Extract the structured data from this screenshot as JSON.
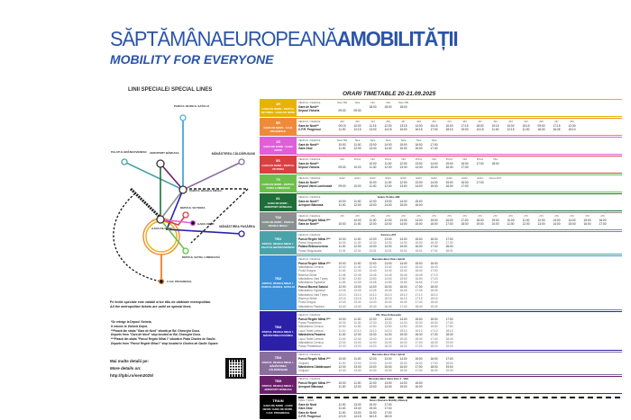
{
  "header": {
    "title_light": "SĂPTĂMÂNAEUROPEANĂ",
    "title_bold": "AMOBILITĂȚII",
    "subtitle": "MOBILITY FOR EVERYONE"
  },
  "left": {
    "title": "LINII SPECIALE/ SPECIAL LINES",
    "map_labels": {
      "muzeul": "PARCUL MUZEUL SATULUI",
      "aeroport": "AEROPORT BĂNEASA",
      "palatul": "PALATUL BRÂNCOVENESC",
      "caldarusani": "MĂNĂSTIREA CĂLDĂRUȘANI",
      "regele": "PARCUL REGELE MIHAI I",
      "victoria": "DEPOUL VICTORIA",
      "obor": "GARA OBOR",
      "pasarea": "MĂNĂSTIREA PASĂREA",
      "garanord": "GARA DE NORD",
      "vatra": "DEPOUL VATRA LUMINOASĂ",
      "progresul": "C.F.R. PROGRESUL"
    },
    "validity_ro": "Pe liniile speciale este valabil orice titlu de călătorie metropolitan.",
    "validity_en": "All the metropolitan tickets are valid on special lines.",
    "notes": [
      "*Se retrage la Depoul Victoria.",
      "It returns to Victoria Depot.",
      "**Pleacă din stația \"Gara de Nord\" situată pe Bd. Gheorghe Duca.",
      "Departs from \"Gara de Nord\" stop located on Bd. Gheorghe Duca.",
      "***Pleacă din stația \"Parcul Regele Mihai I\" situată în Piața Charles de Gaulle.",
      "Departs from \"Parcul Regele Mihai I\" stop located in Charles de Gaulle Square."
    ],
    "more_ro": "Mai multe detalii pe:",
    "more_en": "More details on:",
    "url": "http://tpbi.ro/sem2025/"
  },
  "timetable": {
    "title": "ORARI TIMETABLE 20-21.09.2025",
    "lines": [
      {
        "no": "1R",
        "color": "#e6b400",
        "route": "GARA DE NORD - DEPOUL VICTORIA - GARA DE NORD",
        "head": [
          "VEHICUL / VEHICLE",
          "Tatra T4R",
          "Tatra",
          "V3A",
          "V3A",
          "Tatra T4R"
        ],
        "rows": [
          [
            "Gara de Nord**",
            "",
            "",
            "18:00",
            "18:00",
            "18:00"
          ],
          [
            "Depoul Victoria",
            "09:30",
            "09:30",
            "",
            "",
            ""
          ]
        ]
      },
      {
        "no": "5R",
        "color": "#ef8a3a",
        "route": "GARA DE NORD - C.F.R. PROGRESUL",
        "head": [
          "VEHICUL / VEHICLE",
          "204",
          "204",
          "214",
          "200",
          "237",
          "204",
          "204",
          "214",
          "200",
          "237",
          "204",
          "204",
          "214",
          "200",
          "237",
          "204"
        ],
        "rows": [
          [
            "Gara de Nord**",
            "09:15",
            "10:00",
            "11:15",
            "12:00",
            "13:15",
            "14:00",
            "15:15",
            "16:00",
            "17:15",
            "18:00",
            "19:15",
            "10:00",
            "15:15",
            "09:00",
            "17:15",
            "12:00"
          ],
          [
            "C.F.R. Progresul",
            "11:00",
            "12:15",
            "13:00",
            "14:15",
            "15:00",
            "16:15",
            "17:00",
            "18:15",
            "19:00",
            "14:15",
            "11:00",
            "12:15",
            "11:00",
            "16:30",
            "16:45",
            "15:10"
          ]
        ]
      },
      {
        "no": "1S",
        "color": "#e05fd8",
        "route": "GARA DE NORD - GARA OBOR",
        "head": [
          "VEHICUL / VEHICLE",
          "Tatra T4R",
          "Tatra",
          "Tatra",
          "Tatra",
          "Tatra",
          "Tatra",
          "Tatra"
        ],
        "rows": [
          [
            "Gara de Nord**",
            "10:00",
            "11:00",
            "13:00",
            "14:00",
            "15:00",
            "16:00",
            "17:00"
          ],
          [
            "Gara Obor",
            "11:00",
            "12:00",
            "13:40",
            "14:40",
            "15:00",
            "16:00",
            "17:40"
          ]
        ]
      },
      {
        "no": "5S",
        "color": "#d94040",
        "route": "GARA DE NORD - DEPOUL VICTORIA",
        "head": [
          "VEHICUL / VEHICLE",
          "V3A",
          "PCCA",
          "V3A",
          "PCCA",
          "V3A",
          "PCCA",
          "V3A",
          "PCCA",
          "V3A",
          "PCCA",
          "V3A"
        ],
        "rows": [
          [
            "Gara de Nord**",
            "",
            "",
            "10:00",
            "11:00",
            "12:00",
            "13:00",
            "14:00",
            "15:00",
            "16:00",
            "17:00",
            "18:00"
          ],
          [
            "Depoul Victoria",
            "09:30",
            "10:20",
            "11:30",
            "12:30",
            "13:30",
            "14:30",
            "15:30",
            "16:30",
            "17:30",
            "",
            ""
          ]
        ]
      },
      {
        "no": "7S",
        "color": "#6dbf4b",
        "route": "GARA DE NORD - DEPOUL VATRA LUMINOASĂ",
        "head": [
          "VEHICUL / VEHICLE",
          "E102",
          "E104",
          "E102",
          "E104",
          "E102",
          "E104",
          "E102",
          "E104",
          "E102",
          "E104",
          "Nexus 4107"
        ],
        "rows": [
          [
            "Gara de Nord**",
            "",
            "",
            "10:00",
            "11:00",
            "12:00",
            "13:00",
            "14:00",
            "15:00",
            "16:00",
            "17:00",
            ""
          ],
          [
            "Depoul Vatra Luminoasă",
            "09:00",
            "10:00",
            "11:00",
            "12:00",
            "13:00",
            "14:00",
            "15:00",
            "16:00",
            "17:00",
            "",
            ""
          ]
        ]
      },
      {
        "no": "81",
        "color": "#1f6e3a",
        "route": "GARA DE NORD - AEROPORT BĂNEASA",
        "head": [
          "VEHICUL / VEHICLE",
          "Solaris Trollino 12M"
        ],
        "rows": [
          [
            "Gara de Nord**",
            "10:00",
            "11:00",
            "12:00",
            "13:00",
            "14:00",
            "15:00"
          ],
          [
            "Aeroport Băneasa",
            "11:00",
            "12:00",
            "13:00",
            "14:00",
            "15:00",
            "16:00"
          ]
        ]
      },
      {
        "no": "T82",
        "color": "#8a8f8f",
        "route": "GARA DE NORD - PARCUL REGELE MIHAI I",
        "head": [
          "VEHICUL / VEHICLE",
          "270",
          "270",
          "270",
          "270",
          "270",
          "270",
          "270",
          "270",
          "270",
          "270",
          "270",
          "270",
          "270",
          "270",
          "270",
          "270",
          "270",
          "270"
        ],
        "rows": [
          [
            "Parcul Regele Mihai I***",
            "",
            "10:00",
            "11:00",
            "12:00",
            "13:00",
            "14:00",
            "15:00",
            "16:00",
            "17:00",
            "18:00",
            "19:00",
            "10:00",
            "11:00",
            "12:00",
            "13:00",
            "14:00",
            "15:00",
            "16:00"
          ],
          [
            "Gara de Nord**",
            "10:00",
            "11:00",
            "12:00",
            "13:00",
            "14:00",
            "15:00",
            "16:00",
            "17:00",
            "18:00",
            "19:00",
            "10:00",
            "11:00",
            "12:00",
            "13:00",
            "14:00",
            "15:00",
            "16:00",
            "17:00"
          ]
        ]
      },
      {
        "no": "TB1",
        "color": "#4aa3a8",
        "route": "PARCUL REGELE MIHAI I - PALATUL BRÂNCOVENESC",
        "head": [
          "VEHICUL / VEHICLE",
          "Karsan e-ATA"
        ],
        "rows": [
          [
            "Parcul Regele Mihai I***",
            "10:00",
            "11:00",
            "12:00",
            "13:00",
            "14:00",
            "15:00",
            "16:00",
            "17:00"
          ],
          [
            "~Parcul Mogoșoaia",
            "10:30",
            "11:30",
            "12:30",
            "13:30",
            "14:30",
            "15:30",
            "16:30",
            "17:30"
          ],
          [
            "Palatul Brâncovenesc",
            "11:00",
            "12:00",
            "13:00",
            "14:00",
            "15:00",
            "16:00",
            "17:00",
            "18:00"
          ],
          [
            "~Parcul Mogoșoaia",
            "11:31",
            "12:31",
            "13:31",
            "14:31",
            "15:31",
            "16:31",
            "17:31",
            "18:31"
          ]
        ]
      },
      {
        "no": "TB2",
        "color": "#3a8fd8",
        "route": "PARCUL REGELE MIHAI I - PARCUL MUZEUL SATULUI",
        "head": [
          "VEHICUL / VEHICLE",
          "Mercedes-Benz Citaro Hybrid"
        ],
        "rows": [
          [
            "Parcul Regele Mihai I***",
            "10:00",
            "11:00",
            "12:00",
            "13:00",
            "14:00",
            "15:00",
            "16:00"
          ],
          [
            "~Mănăstirea Cernica",
            "10:40",
            "11:40",
            "12:40",
            "13:40",
            "14:40",
            "15:40",
            "16:40"
          ],
          [
            "~Podul Dragoș",
            "11:40",
            "12:40",
            "13:40",
            "14:40",
            "15:40",
            "16:40",
            "17:00"
          ],
          [
            "~Biserica Sfinte",
            "11:45",
            "12:45",
            "13:45",
            "14:45",
            "15:45",
            "16:45",
            "17:15"
          ],
          [
            "~Mănăstirea Vlad Țepeș",
            "11:50",
            "12:50",
            "13:50",
            "14:50",
            "15:50",
            "16:50",
            "17:20"
          ],
          [
            "~Mănăstirea Țigănești",
            "11:55",
            "12:55",
            "13:55",
            "14:55",
            "15:55",
            "16:55",
            "17:40"
          ],
          [
            "Parcul Muzeul Satului",
            "12:00",
            "13:00",
            "14:00",
            "15:00",
            "16:00",
            "17:00",
            "18:00"
          ],
          [
            "~Mănăstirea Țigănești",
            "12:05",
            "13:05",
            "14:05",
            "15:05",
            "16:05",
            "17:05",
            "18:05"
          ],
          [
            "~Mănăstirea Vlad Țepeș",
            "12:10",
            "13:10",
            "14:10",
            "15:10",
            "16:10",
            "17:10",
            "18:10"
          ],
          [
            "~Biserica Sfinte",
            "12:15",
            "13:15",
            "14:15",
            "15:15",
            "16:15",
            "17:15",
            "18:15"
          ],
          [
            "~Podul Dragoș",
            "12:40",
            "13:40",
            "14:40",
            "15:40",
            "16:40",
            "17:40",
            "18:40"
          ],
          [
            "~Mănăstirea Pasărea",
            "13:40",
            "14:40",
            "15:40",
            "16:40",
            "17:40",
            "18:40",
            "19:40"
          ]
        ]
      },
      {
        "no": "TB3",
        "color": "#2c20a8",
        "route": "PARCUL REGELE MIHAI I - MĂNĂSTIREA PASĂREA",
        "head": [
          "VEHICUL / VEHICLE",
          "VDL Citea Ambassador"
        ],
        "rows": [
          [
            "Parcul Regele Mihai I***",
            "10:00",
            "11:00",
            "12:00",
            "13:00",
            "14:00",
            "15:00",
            "16:00",
            "17:00"
          ],
          [
            "~Parcul Pantelimon",
            "10:30",
            "11:30",
            "12:30",
            "13:30",
            "14:30",
            "15:30",
            "16:30",
            "17:30"
          ],
          [
            "~Mănăstirea Cernica",
            "10:50",
            "11:50",
            "12:50",
            "13:50",
            "14:50",
            "15:50",
            "16:50",
            "17:50"
          ],
          [
            "~Lacul Tarlet Lebeza",
            "11:10",
            "12:10",
            "13:10",
            "14:10",
            "15:10",
            "16:10",
            "17:10",
            "18:10"
          ],
          [
            "Mănăstirea Pasărea",
            "11:30",
            "12:30",
            "13:30",
            "14:30",
            "15:30",
            "16:30",
            "17:30",
            "18:30"
          ],
          [
            "~Lacul Tarlet Lebeza",
            "11:40",
            "12:40",
            "13:40",
            "14:40",
            "15:40",
            "16:40",
            "17:40",
            "18:40"
          ],
          [
            "~Mănăstirea Cernica",
            "12:00",
            "13:00",
            "14:00",
            "15:00",
            "16:00",
            "17:00",
            "18:00",
            "19:00"
          ],
          [
            "~Parcul Pantelimon",
            "12:20",
            "13:20",
            "14:20",
            "15:20",
            "16:20",
            "17:20",
            "18:20",
            "19:20"
          ]
        ]
      },
      {
        "no": "TB4",
        "color": "#8a6f9e",
        "route": "PARCUL REGELE MIHAI I - MĂNĂSTIREA CĂLDĂRUȘANI",
        "head": [
          "VEHICUL / VEHICLE",
          "Mercedes-Benz Citaro Hybrid"
        ],
        "rows": [
          [
            "Parcul Regele Mihai I***",
            "10:00",
            "11:00",
            "12:00",
            "13:00",
            "14:00",
            "15:00",
            "16:00",
            "17:00"
          ],
          [
            "~Ciolpani",
            "11:00",
            "12:00",
            "13:00",
            "14:00",
            "15:00",
            "16:00",
            "17:00",
            "18:00"
          ],
          [
            "Mănăstirea Căldărușani",
            "12:00",
            "13:00",
            "14:00",
            "15:00",
            "16:00",
            "17:00",
            "18:00",
            "19:00"
          ],
          [
            "~Ciolpani",
            "12:30",
            "13:30",
            "14:30",
            "15:30",
            "16:30",
            "17:30",
            "18:30",
            "19:30"
          ]
        ]
      },
      {
        "no": "TB5",
        "color": "#6a1f6a",
        "route": "PARCUL REGELE MIHAI I - AEROPORT BĂNEASA",
        "head": [
          "VEHICUL / VEHICLE",
          "Mercedes-Benz Citaro Euro 3 - VDH"
        ],
        "rows": [
          [
            "Parcul Regele Mihai I***",
            "10:00",
            "11:00",
            "12:00",
            "13:00",
            "14:00",
            "15:00"
          ],
          [
            "Aeroport Băneasa",
            "11:00",
            "12:00",
            "13:00",
            "14:00",
            "15:00",
            "16:00"
          ]
        ]
      },
      {
        "no": "TRAIN",
        "color": "#000000",
        "route": "GARA DE NORD - GARA OBOR / GARA DE NORD - C.F.R. PROGRESUL",
        "head": [
          "TREN / TRAIN",
          "Desiro (Siemens Mobility Alliance)"
        ],
        "rows": [
          [
            "Gara de Nord",
            "11:00",
            "13:00",
            "15:00",
            "17:00"
          ],
          [
            "Gara Obor",
            "11:40",
            "13:40",
            "15:40",
            "17:40"
          ],
          [
            "Gara de Nord",
            "11:00",
            "13:00",
            "15:00",
            "17:00"
          ],
          [
            "C.F.R. Progresul",
            "12:15",
            "14:15",
            "16:15",
            "18:15"
          ]
        ]
      }
    ]
  }
}
